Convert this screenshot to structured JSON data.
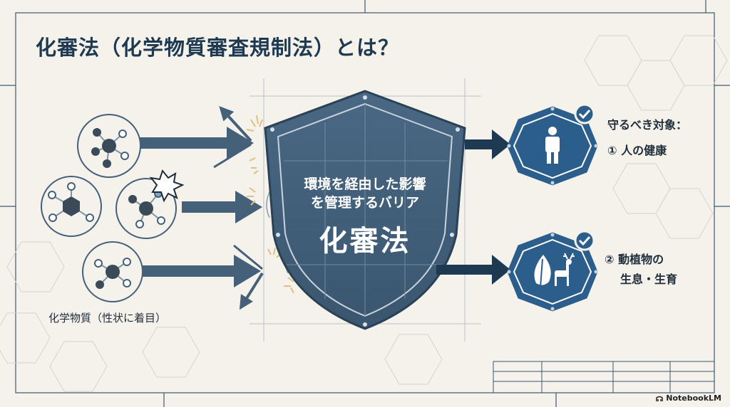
{
  "title": "化審法（化学物質審査規制法）とは？",
  "left": {
    "caption": "化学物質（性状に着目）",
    "molecule_icons": [
      "molecule-icon",
      "benzene-ring-icon",
      "molecule-icon",
      "molecule-icon"
    ]
  },
  "shield": {
    "line1": "環境を経由した影響",
    "line2": "を管理するバリア",
    "name": "化審法"
  },
  "targets": {
    "heading": "守るべき対象：",
    "item1": "① 人の健康",
    "item2_line1": "② 動植物の",
    "item2_line2": "生息・生育",
    "icons": [
      "person-icon",
      "leaf-icon",
      "deer-icon",
      "checkmark-icon"
    ]
  },
  "colors": {
    "navy": "#1e3a52",
    "slate": "#45617a",
    "blue": "#2c5e8c",
    "background": "#f4f2ea",
    "spark": "#e6c88a"
  },
  "brand": "NotebookLM"
}
